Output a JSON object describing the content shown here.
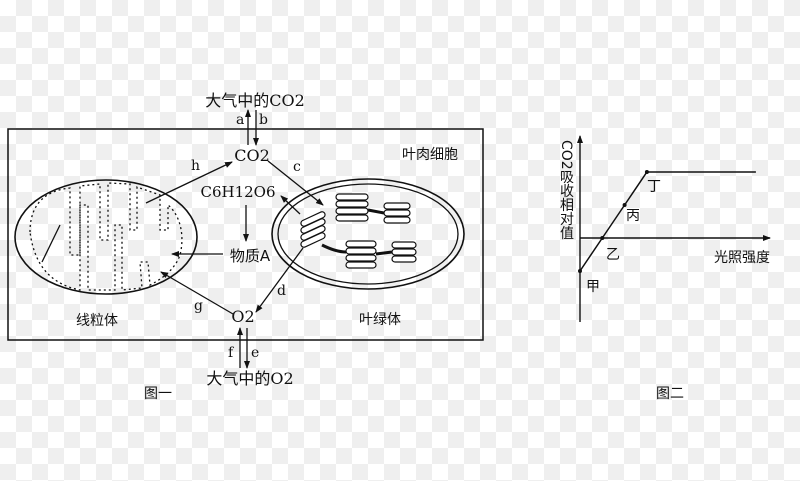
{
  "figure1": {
    "caption": "图一",
    "cell_label": "叶肉细胞",
    "mitochondrion_label": "线粒体",
    "chloroplast_label": "叶绿体",
    "atmos_co2": "大气中的CO2",
    "atmos_o2": "大气中的O2",
    "co2": "CO2",
    "o2": "O2",
    "glucose": "C6H12O6",
    "substance_a": "物质A",
    "arrows": {
      "a": "a",
      "b": "b",
      "c": "c",
      "d": "d",
      "e": "e",
      "f": "f",
      "g": "g",
      "h": "h"
    }
  },
  "figure2": {
    "caption": "图二",
    "y_label": "CO2吸收相对值",
    "x_label": "光照强度",
    "points": [
      "甲",
      "乙",
      "丙",
      "丁"
    ]
  },
  "chart_data": {
    "type": "line",
    "title": "图二",
    "xlabel": "光照强度",
    "ylabel": "CO2吸收相对值",
    "series": [
      {
        "name": "CO2吸收相对值",
        "points": [
          {
            "label": "甲",
            "x": 0,
            "y": -1
          },
          {
            "label": "乙",
            "x": 1,
            "y": 0
          },
          {
            "label": "丙",
            "x": 2,
            "y": 1
          },
          {
            "label": "丁",
            "x": 3,
            "y": 2
          },
          {
            "label": "",
            "x": 8,
            "y": 2
          }
        ]
      }
    ],
    "grid": false
  }
}
